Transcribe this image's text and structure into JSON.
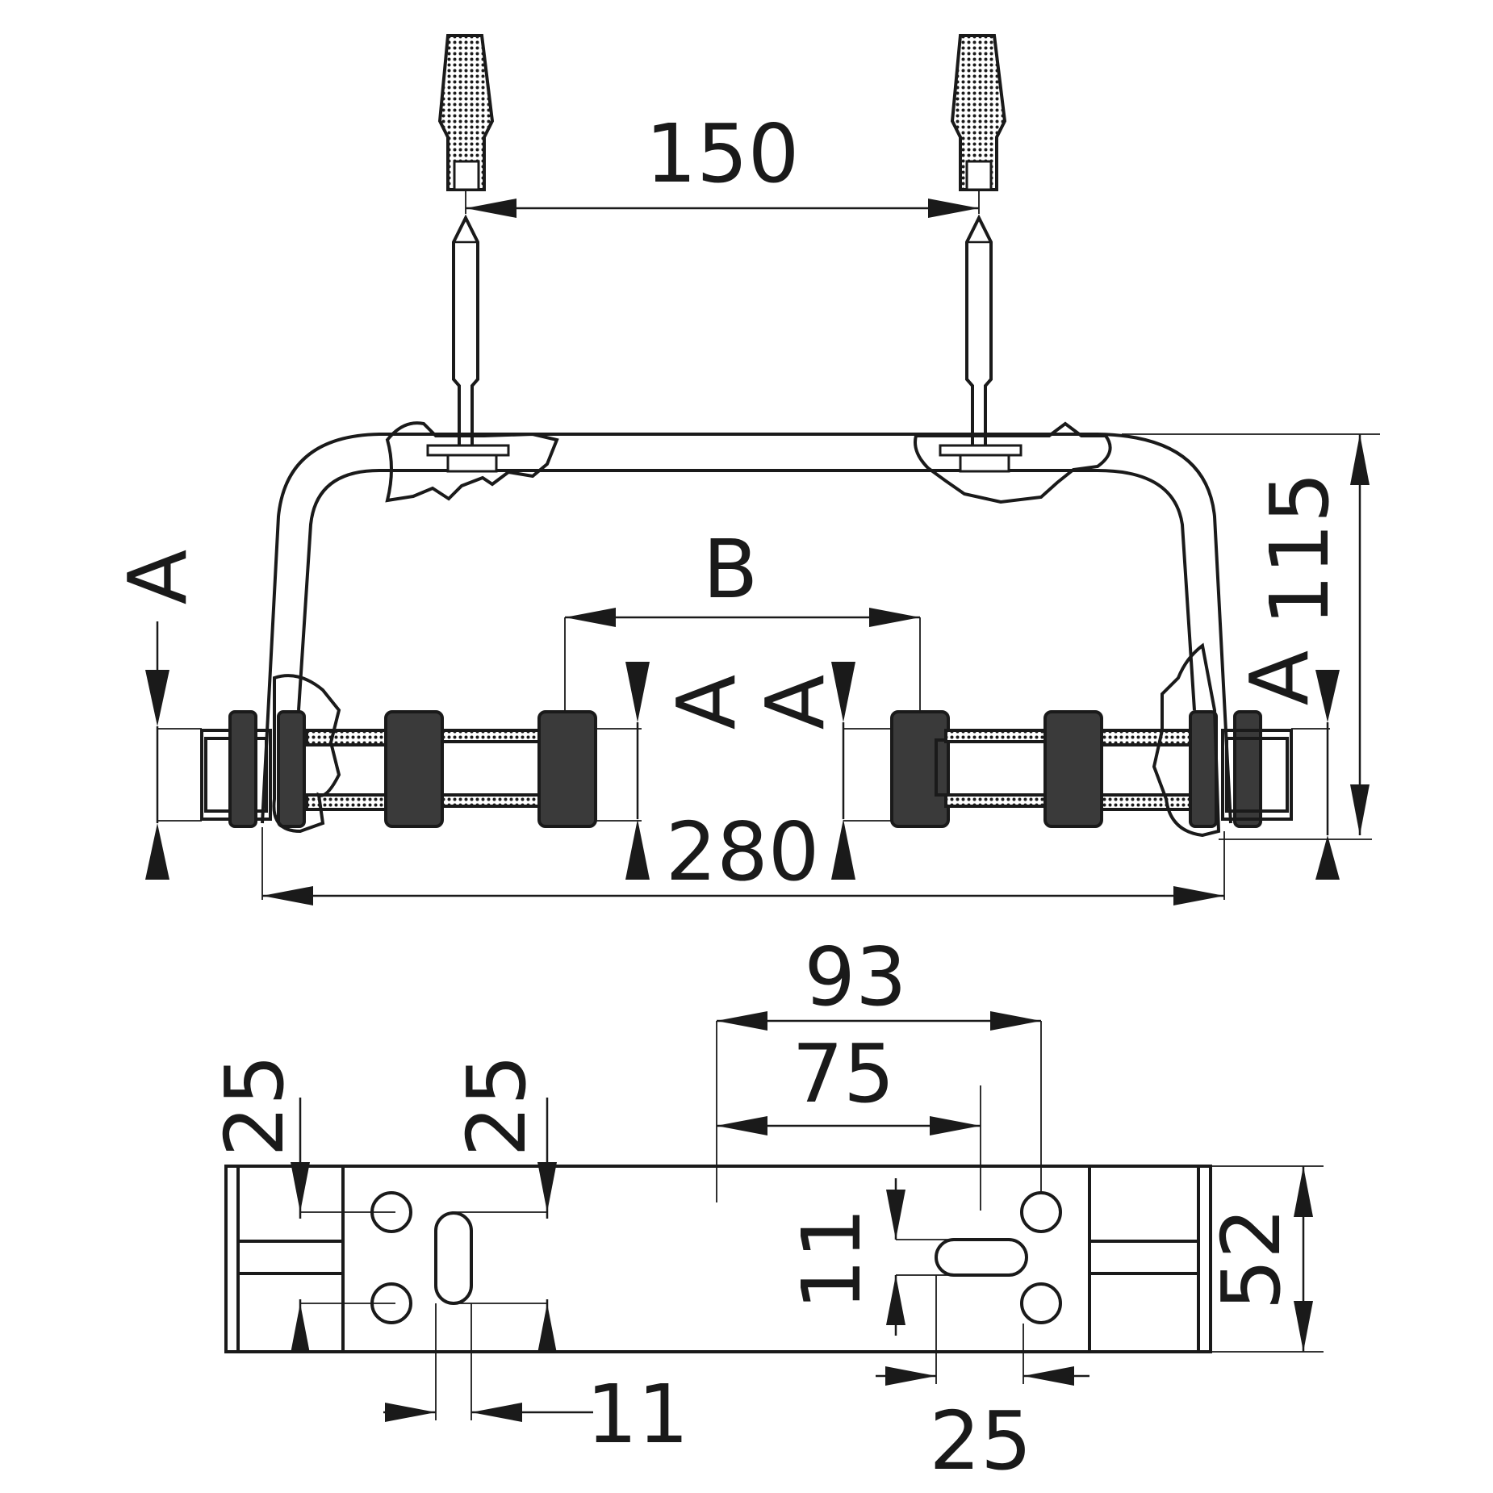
{
  "dimensions": {
    "anchor_spacing": "150",
    "overall_width": "280",
    "height": "115",
    "center_spacing": "B",
    "section_marker": "A",
    "top_outer": "93",
    "top_inner": "75",
    "left_offset_1": "25",
    "left_offset_2": "25",
    "plate_height": "52",
    "slot_width_right": "11",
    "slot_width_bottom": "11",
    "hole_spacing": "25"
  }
}
